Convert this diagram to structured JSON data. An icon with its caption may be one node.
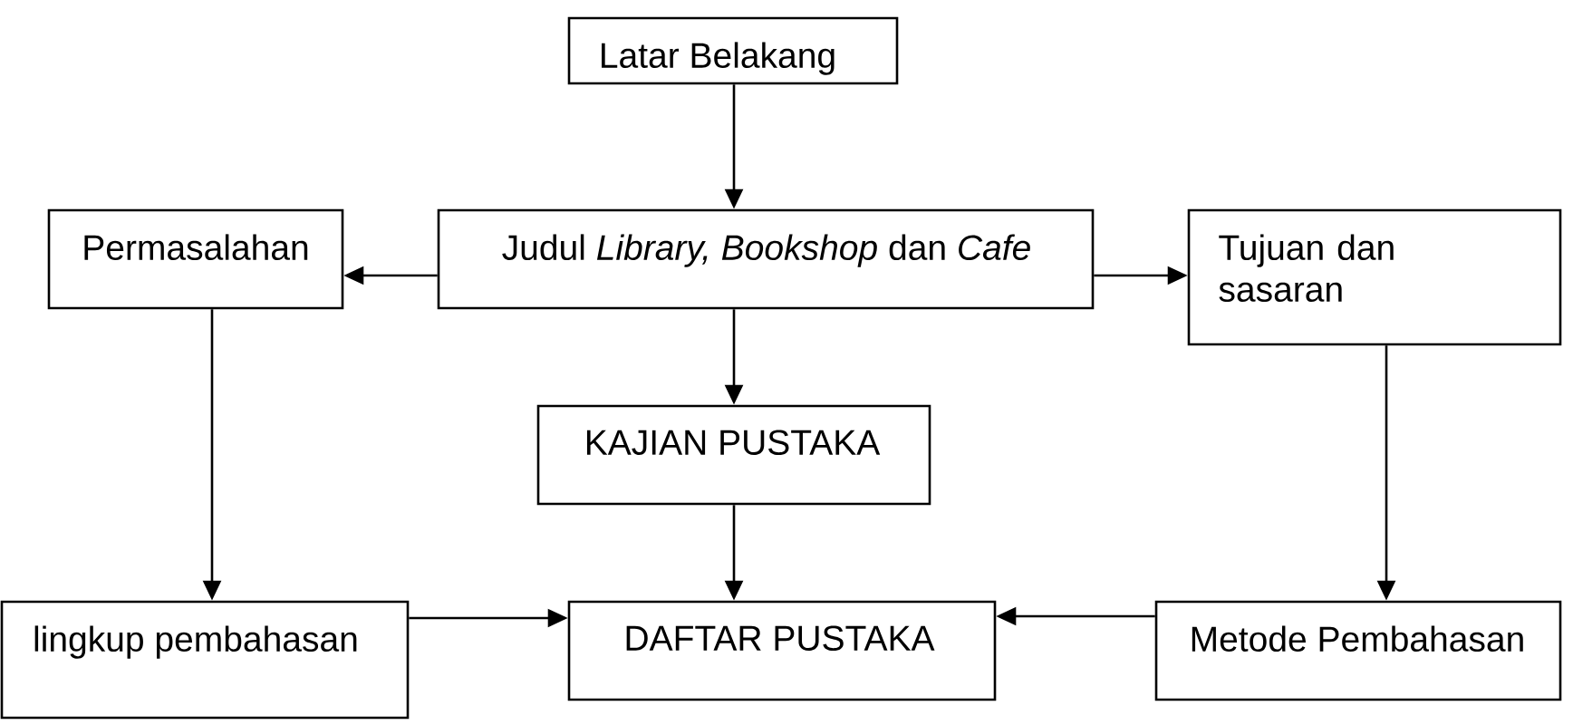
{
  "diagram": {
    "nodes": [
      {
        "text": [
          "Latar Belakang"
        ]
      },
      {
        "text": [
          "Permasalahan"
        ]
      },
      {
        "text": [
          "Judul *Library, Bookshop* dan *Cafe*"
        ]
      },
      {
        "text": [
          "Tujuan dan sasaran"
        ]
      },
      {
        "text": [
          "KAJIAN PUSTAKA"
        ]
      },
      {
        "text": [
          "lingkup pembahasan"
        ]
      },
      {
        "text": [
          "DAFTAR PUSTAKA"
        ]
      },
      {
        "text": [
          "Metode Pembahasan"
        ]
      }
    ],
    "edges": [
      {
        "from": 0,
        "to": 2,
        "arrow": "to"
      },
      {
        "from": 2,
        "to": 1,
        "arrow": "to"
      },
      {
        "from": 2,
        "to": 3,
        "arrow": "to"
      },
      {
        "from": 2,
        "to": 4,
        "arrow": "to"
      },
      {
        "from": 1,
        "to": 5,
        "arrow": "to"
      },
      {
        "from": 3,
        "to": 7,
        "arrow": "to"
      },
      {
        "from": 4,
        "to": 6,
        "arrow": "to"
      },
      {
        "from": 5,
        "to": 6,
        "arrow": "to"
      },
      {
        "from": 7,
        "to": 6,
        "arrow": "to"
      }
    ]
  }
}
